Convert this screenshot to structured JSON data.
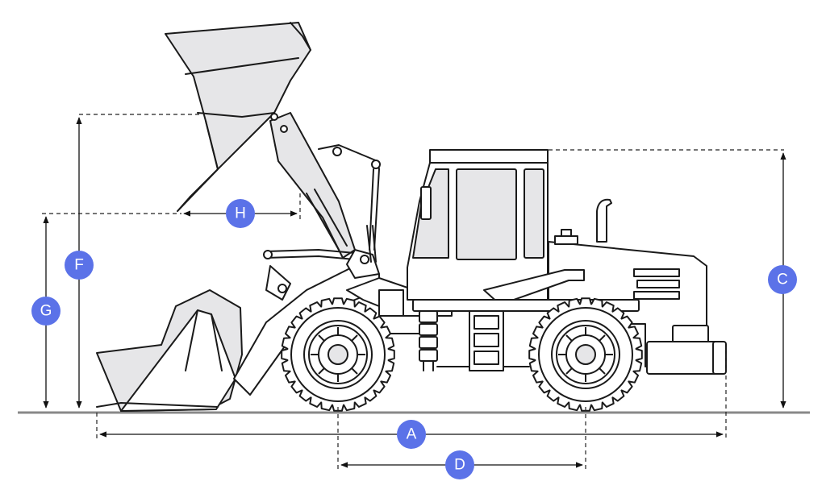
{
  "badge_color": "#5b72e8",
  "labels": {
    "A": "A",
    "C": "C",
    "D": "D",
    "F": "F",
    "G": "G",
    "H": "H"
  }
}
